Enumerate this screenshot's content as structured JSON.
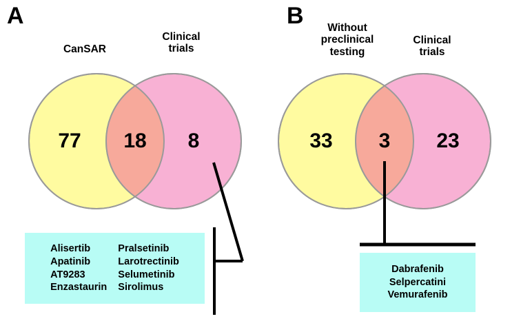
{
  "figure": {
    "background": "#ffffff",
    "colors": {
      "set_left_fill": "#fffba0",
      "set_right_fill": "#f7aad0",
      "overlap_fill": "#f7a99b",
      "circle_stroke": "#9a9a9a",
      "drug_box_fill": "#b8fcf5",
      "connector": "#000000",
      "text": "#000000"
    }
  },
  "panels": [
    {
      "letter": "A",
      "venn": {
        "left_label": "CanSAR",
        "right_label": "Clinical\ntrials",
        "left_only_count": "77",
        "overlap_count": "18",
        "right_only_count": "8"
      },
      "drug_box": {
        "columns": [
          [
            "Alisertib",
            "Apatinib",
            "AT9283",
            "Enzastaurin"
          ],
          [
            "Pralsetinib",
            "Larotrectinib",
            "Selumetinib",
            "Sirolimus"
          ]
        ]
      },
      "connector": "diagonal-bracket"
    },
    {
      "letter": "B",
      "venn": {
        "left_label": "Without\npreclinical\ntesting",
        "right_label": "Clinical\ntrials",
        "left_only_count": "33",
        "overlap_count": "3",
        "right_only_count": "23"
      },
      "drug_box": {
        "columns": [
          [
            "Dabrafenib",
            "Selpercatini",
            "Vemurafenib"
          ]
        ]
      },
      "connector": "vertical-bar"
    }
  ]
}
